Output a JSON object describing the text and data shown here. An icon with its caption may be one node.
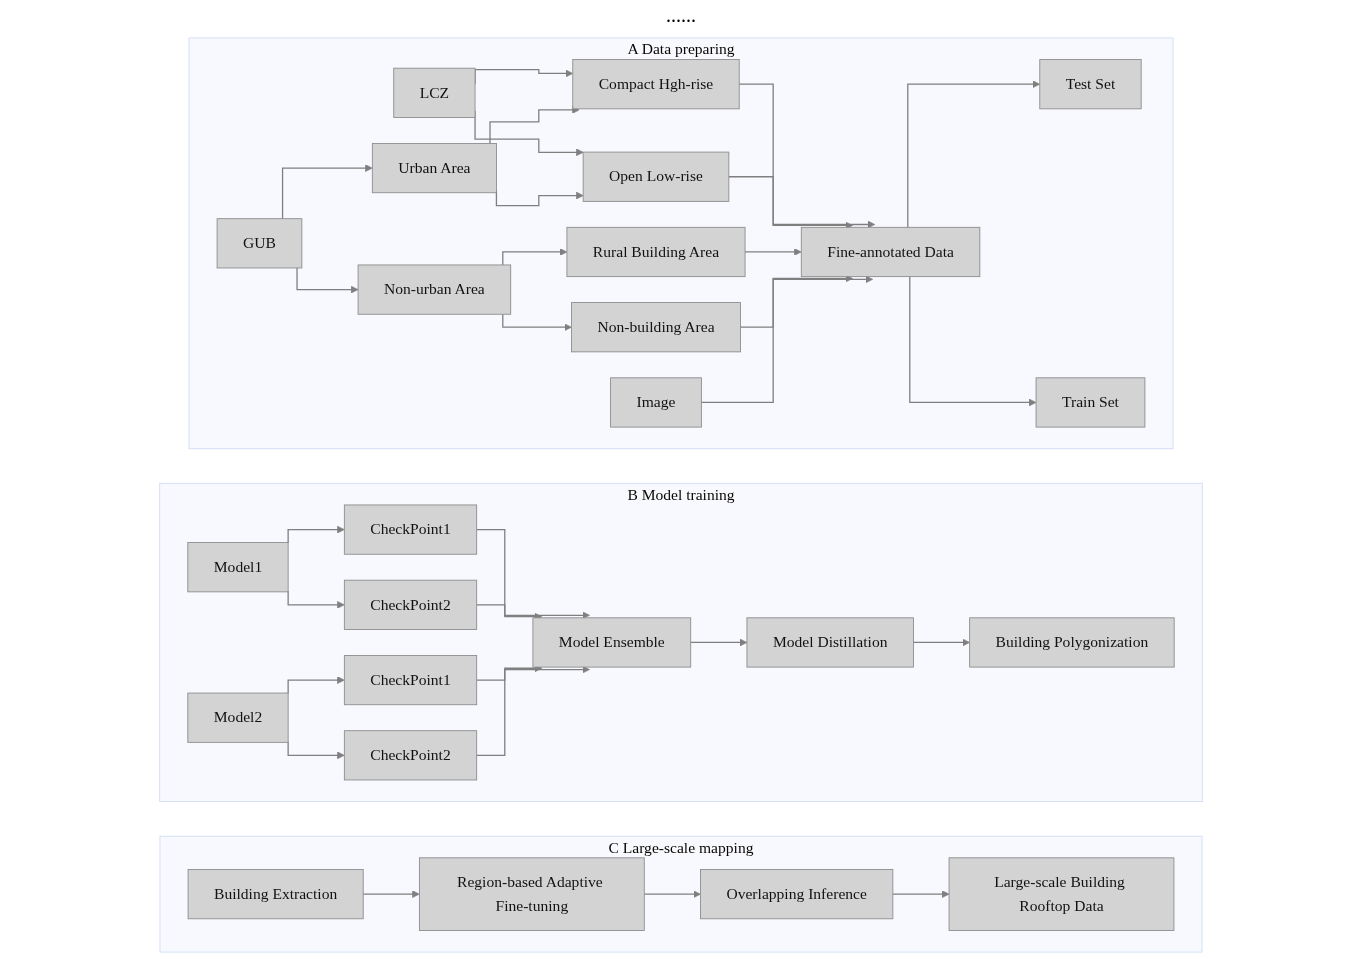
{
  "diagram": {
    "nodes": [
      {
        "text": [
          "A",
          "Data preparing"
        ]
      },
      {
        "text": [
          "LCZ"
        ],
        "in": 0
      },
      {
        "text": [
          "Compact Hgh-rise"
        ],
        "in": 0
      },
      {
        "text": [
          "Image"
        ],
        "in": 0
      },
      {
        "text": [
          "Urban Area"
        ],
        "in": 0
      },
      {
        "text": [
          "Open Low-rise"
        ],
        "in": 0
      },
      {
        "text": [
          "Fine-annotated Data"
        ],
        "in": 0
      },
      {
        "text": [
          "GUB"
        ],
        "in": 0
      },
      {
        "text": [
          "Rural Building Area"
        ],
        "in": 0
      },
      {
        "text": [
          "Non-urban Area"
        ],
        "in": 0
      },
      {
        "text": [
          "Non-building Area"
        ],
        "in": 0
      },
      {
        "text": [
          "Test Set"
        ],
        "in": 0
      },
      {
        "text": [
          "Train Set"
        ],
        "in": 0
      },
      {
        "text": [
          "B",
          "Model training"
        ]
      },
      {
        "text": [
          "CheckPoint1"
        ],
        "in": 13
      },
      {
        "text": [
          "Model1"
        ],
        "in": 13
      },
      {
        "text": [
          "CheckPoint2"
        ],
        "in": 13
      },
      {
        "text": [
          "Model Ensemble"
        ],
        "in": 13
      },
      {
        "text": [
          "Model Distillation"
        ],
        "in": 13
      },
      {
        "text": [
          "Building Polygonization"
        ],
        "in": 13
      },
      {
        "text": [
          "CheckPoint1"
        ],
        "in": 13
      },
      {
        "text": [
          "Model2"
        ],
        "in": 13
      },
      {
        "text": [
          "CheckPoint2"
        ],
        "in": 13
      },
      {
        "text": [
          "C",
          "Large-scale mapping"
        ]
      },
      {
        "text": [
          "Building Extraction"
        ],
        "in": 23
      },
      {
        "text": [
          "Region-based Adaptive Fine-tuning"
        ],
        "in": 23
      },
      {
        "text": [
          "Overlapping Inference"
        ],
        "in": 23
      },
      {
        "text": [
          "Large-scale Building Rooftop Data"
        ],
        "in": 23
      }
    ],
    "edges": [
      {
        "from": 7,
        "to": 4,
        "arrow": "to"
      },
      {
        "from": 7,
        "to": 9,
        "arrow": "to"
      },
      {
        "from": 1,
        "to": 2,
        "arrow": "to"
      },
      {
        "from": 1,
        "to": 5,
        "arrow": "to"
      },
      {
        "from": 4,
        "to": 2,
        "arrow": "to"
      },
      {
        "from": 4,
        "to": 5,
        "arrow": "to"
      },
      {
        "from": 9,
        "to": 8,
        "arrow": "to"
      },
      {
        "from": 9,
        "to": 10,
        "arrow": "to"
      },
      {
        "from": 2,
        "to": 6,
        "arrow": "to"
      },
      {
        "from": 5,
        "to": 6,
        "arrow": "to"
      },
      {
        "from": 8,
        "to": 6,
        "arrow": "to"
      },
      {
        "from": 10,
        "to": 6,
        "arrow": "to"
      },
      {
        "from": 3,
        "to": 6,
        "arrow": "to"
      },
      {
        "from": 6,
        "to": 11,
        "arrow": "to"
      },
      {
        "from": 6,
        "to": 12,
        "arrow": "to"
      },
      {
        "from": 15,
        "to": 14,
        "arrow": "to"
      },
      {
        "from": 15,
        "to": 16,
        "arrow": "to"
      },
      {
        "from": 21,
        "to": 20,
        "arrow": "to"
      },
      {
        "from": 21,
        "to": 22,
        "arrow": "to"
      },
      {
        "from": 14,
        "to": 17,
        "arrow": "to"
      },
      {
        "from": 16,
        "to": 17,
        "arrow": "to"
      },
      {
        "from": 20,
        "to": 17,
        "arrow": "to"
      },
      {
        "from": 22,
        "to": 17,
        "arrow": "to"
      },
      {
        "from": 17,
        "to": 18,
        "arrow": "to"
      },
      {
        "from": 18,
        "to": 19,
        "arrow": "to"
      },
      {
        "from": 24,
        "to": 25,
        "arrow": "to"
      },
      {
        "from": 25,
        "to": 26,
        "arrow": "to"
      },
      {
        "from": 26,
        "to": 27,
        "arrow": "to"
      }
    ],
    "labels": [
      "......"
    ]
  }
}
